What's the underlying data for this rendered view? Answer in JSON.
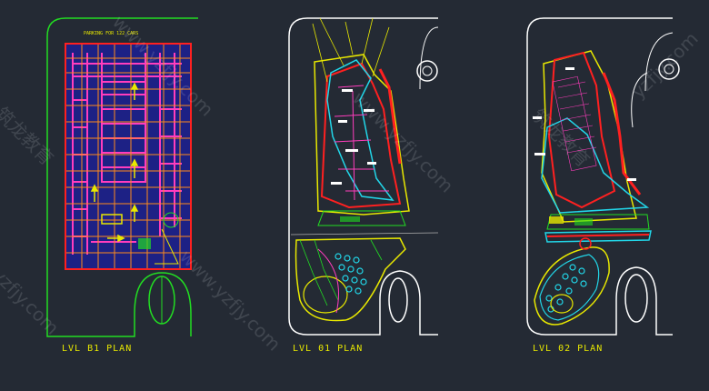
{
  "plans": [
    {
      "label": "LVL B1 PLAN",
      "parking_note": "PARKING FOR 122 CARS"
    },
    {
      "label": "LVL 01 PLAN"
    },
    {
      "label": "LVL 02 PLAN"
    }
  ],
  "watermarks": [
    "yzfjy.com",
    "www.yzfjy.com",
    "www.yzfjy.com",
    "www.yzfjy.com",
    "筑龙教育",
    "筑龙教育",
    "yzfjy.com"
  ],
  "colors": {
    "background": "#242a34",
    "outline": "#ffffff",
    "green": "#22dd22",
    "magenta": "#ff3dbd",
    "red": "#ff2020",
    "orange": "#ff8a1c",
    "yellow": "#e8e800",
    "cyan": "#22d6e8",
    "blue": "#1a1aa8"
  }
}
